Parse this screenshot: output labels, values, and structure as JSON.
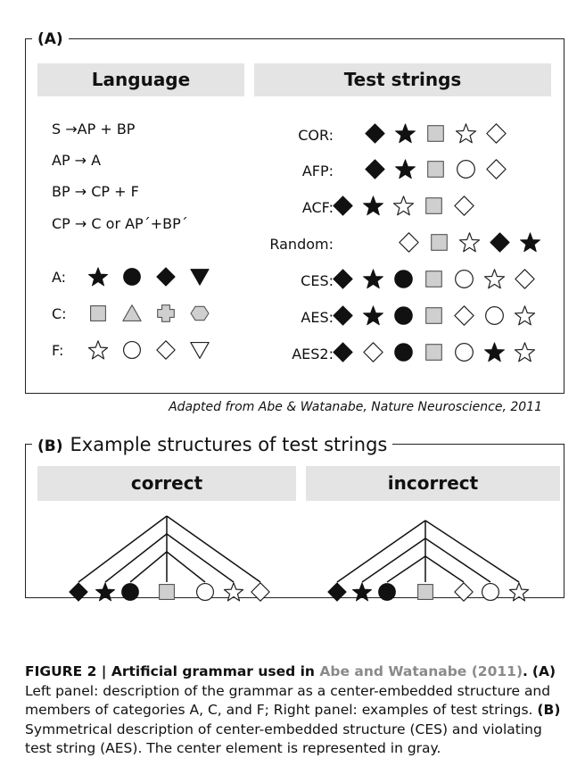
{
  "panel_a": {
    "label": "(A)",
    "language_header": "Language",
    "test_header": "Test strings",
    "rules": [
      "S →AP + BP",
      "AP → A",
      "BP → CP + F",
      "CP → C or AP´+BP´"
    ],
    "categories": [
      {
        "label": "A:",
        "shapes": [
          "star-filled",
          "circle-filled",
          "diamond-filled",
          "triangle-down-filled"
        ]
      },
      {
        "label": "C:",
        "shapes": [
          "square-gray",
          "triangle-up-gray",
          "cross-gray",
          "hexagon-gray"
        ]
      },
      {
        "label": "F:",
        "shapes": [
          "star-open",
          "circle-open",
          "diamond-open",
          "triangle-down-open"
        ]
      }
    ],
    "test_strings": [
      {
        "label": "COR:",
        "shapes": [
          "diamond-filled",
          "star-filled",
          "square-gray",
          "star-open",
          "diamond-open"
        ]
      },
      {
        "label": "AFP:",
        "shapes": [
          "diamond-filled",
          "star-filled",
          "square-gray",
          "circle-open",
          "diamond-open"
        ]
      },
      {
        "label": "ACF:",
        "shapes": [
          "diamond-filled",
          "star-filled",
          "star-open",
          "square-gray",
          "diamond-open"
        ]
      },
      {
        "label": "Random:",
        "shapes": [
          "diamond-open",
          "square-gray",
          "star-open",
          "diamond-filled",
          "star-filled"
        ]
      },
      {
        "label": "CES:",
        "shapes": [
          "diamond-filled",
          "star-filled",
          "circle-filled",
          "square-gray",
          "circle-open",
          "star-open",
          "diamond-open"
        ]
      },
      {
        "label": "AES:",
        "shapes": [
          "diamond-filled",
          "star-filled",
          "circle-filled",
          "square-gray",
          "diamond-open",
          "circle-open",
          "star-open"
        ]
      },
      {
        "label": "AES2:",
        "shapes": [
          "diamond-filled",
          "diamond-open",
          "circle-filled",
          "square-gray",
          "circle-open",
          "star-filled",
          "star-open"
        ]
      }
    ],
    "credit": "Adapted from Abe & Watanabe, Nature Neuroscience, 2011"
  },
  "panel_b": {
    "label": "(B)",
    "title": "Example structures of test strings",
    "correct_header": "correct",
    "incorrect_header": "incorrect",
    "correct_shapes": [
      "diamond-filled",
      "star-filled",
      "circle-filled",
      "square-gray",
      "circle-open",
      "star-open",
      "diamond-open"
    ],
    "incorrect_shapes": [
      "diamond-filled",
      "star-filled",
      "circle-filled",
      "square-gray",
      "diamond-open",
      "circle-open",
      "star-open"
    ]
  },
  "caption": {
    "prefix": "FIGURE 2 | Artificial grammar used in ",
    "link": "Abe and Watanabe (2011)",
    "suffix": ".",
    "a_label": "(A)",
    "a_text": " Left panel: description of the grammar as a center-embedded structure and members of categories A, C, and F; Right panel: examples of test strings.",
    "b_label": "(B)",
    "b_text": " Symmetrical description of center-embedded structure (CES) and violating test string (AES). The center element is represented in gray."
  }
}
